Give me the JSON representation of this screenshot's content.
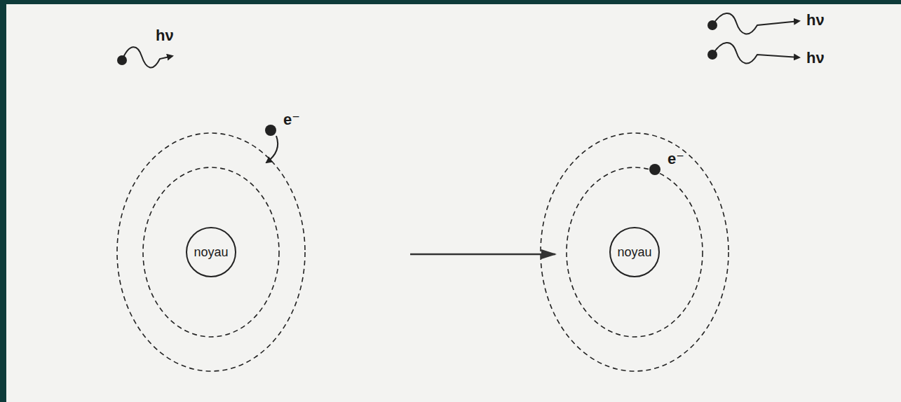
{
  "diagram": {
    "nodes": [
      {
        "text": [
          "noyau"
        ]
      },
      {
        "text": [
          "noyau"
        ]
      }
    ],
    "labels": [
      "hν",
      "hν",
      "hν",
      "e⁻",
      "e⁻"
    ]
  }
}
